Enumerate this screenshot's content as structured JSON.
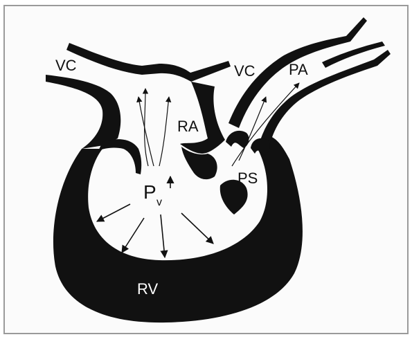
{
  "diagram": {
    "labels": {
      "vc_left": "VC",
      "vc_right": "VC",
      "pa": "PA",
      "ra": "RA",
      "ps": "PS",
      "pv_main": "P",
      "pv_sub": "v",
      "rv": "RV"
    },
    "colors": {
      "background": "#ffffff",
      "muscle": "#111111",
      "border": "#9a9a9a"
    }
  }
}
